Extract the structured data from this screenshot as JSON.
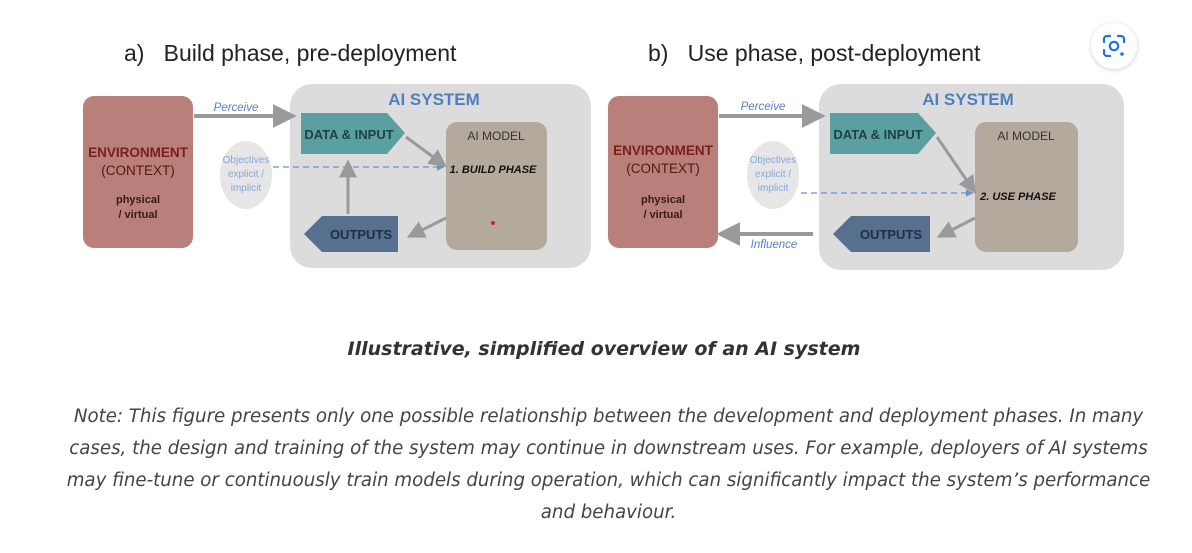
{
  "panels": [
    {
      "heading": "a)   Build phase, pre-deployment",
      "perceive": "Perceive",
      "system_title": "AI SYSTEM",
      "environment": {
        "title": "ENVIRONMENT",
        "subtitle": "(CONTEXT)",
        "line1": "physical",
        "line2": "/ virtual"
      },
      "objectives": {
        "line1": "Objectives",
        "line2": "explicit /",
        "line3": "implicit"
      },
      "data_input": "DATA & INPUT",
      "ai_model": "AI MODEL",
      "phase": "1. BUILD PHASE",
      "outputs": "OUTPUTS"
    },
    {
      "heading": "b)   Use phase, post-deployment",
      "perceive": "Perceive",
      "influence": "Influence",
      "system_title": "AI SYSTEM",
      "environment": {
        "title": "ENVIRONMENT",
        "subtitle": "(CONTEXT)",
        "line1": "physical",
        "line2": "/ virtual"
      },
      "objectives": {
        "line1": "Objectives",
        "line2": "explicit /",
        "line3": "implicit"
      },
      "data_input": "DATA & INPUT",
      "ai_model": "AI MODEL",
      "phase": "2. USE PHASE",
      "outputs": "OUTPUTS"
    }
  ],
  "caption": "Illustrative, simplified overview of an AI system",
  "note": "Note: This figure presents only one possible relationship between the development and deployment phases. In many cases, the design and training of the system may continue in downstream uses. For example, deployers of AI systems may fine-tune or continuously train models during operation, which can significantly impact the system’s performance and behaviour.",
  "lens_button": {
    "icon": "lens-search-icon",
    "color": "#1a73e8"
  },
  "colors": {
    "environment": "#b97f7a",
    "environment_text": "#7a1f1a",
    "system_bg": "#dcdcdc",
    "teal": "#5aa0a0",
    "slate": "#56708e",
    "model": "#b3a99c",
    "objectives": "#e6e6e6",
    "blue_label": "#5b7fc0",
    "arrow": "#9a9a9a"
  }
}
